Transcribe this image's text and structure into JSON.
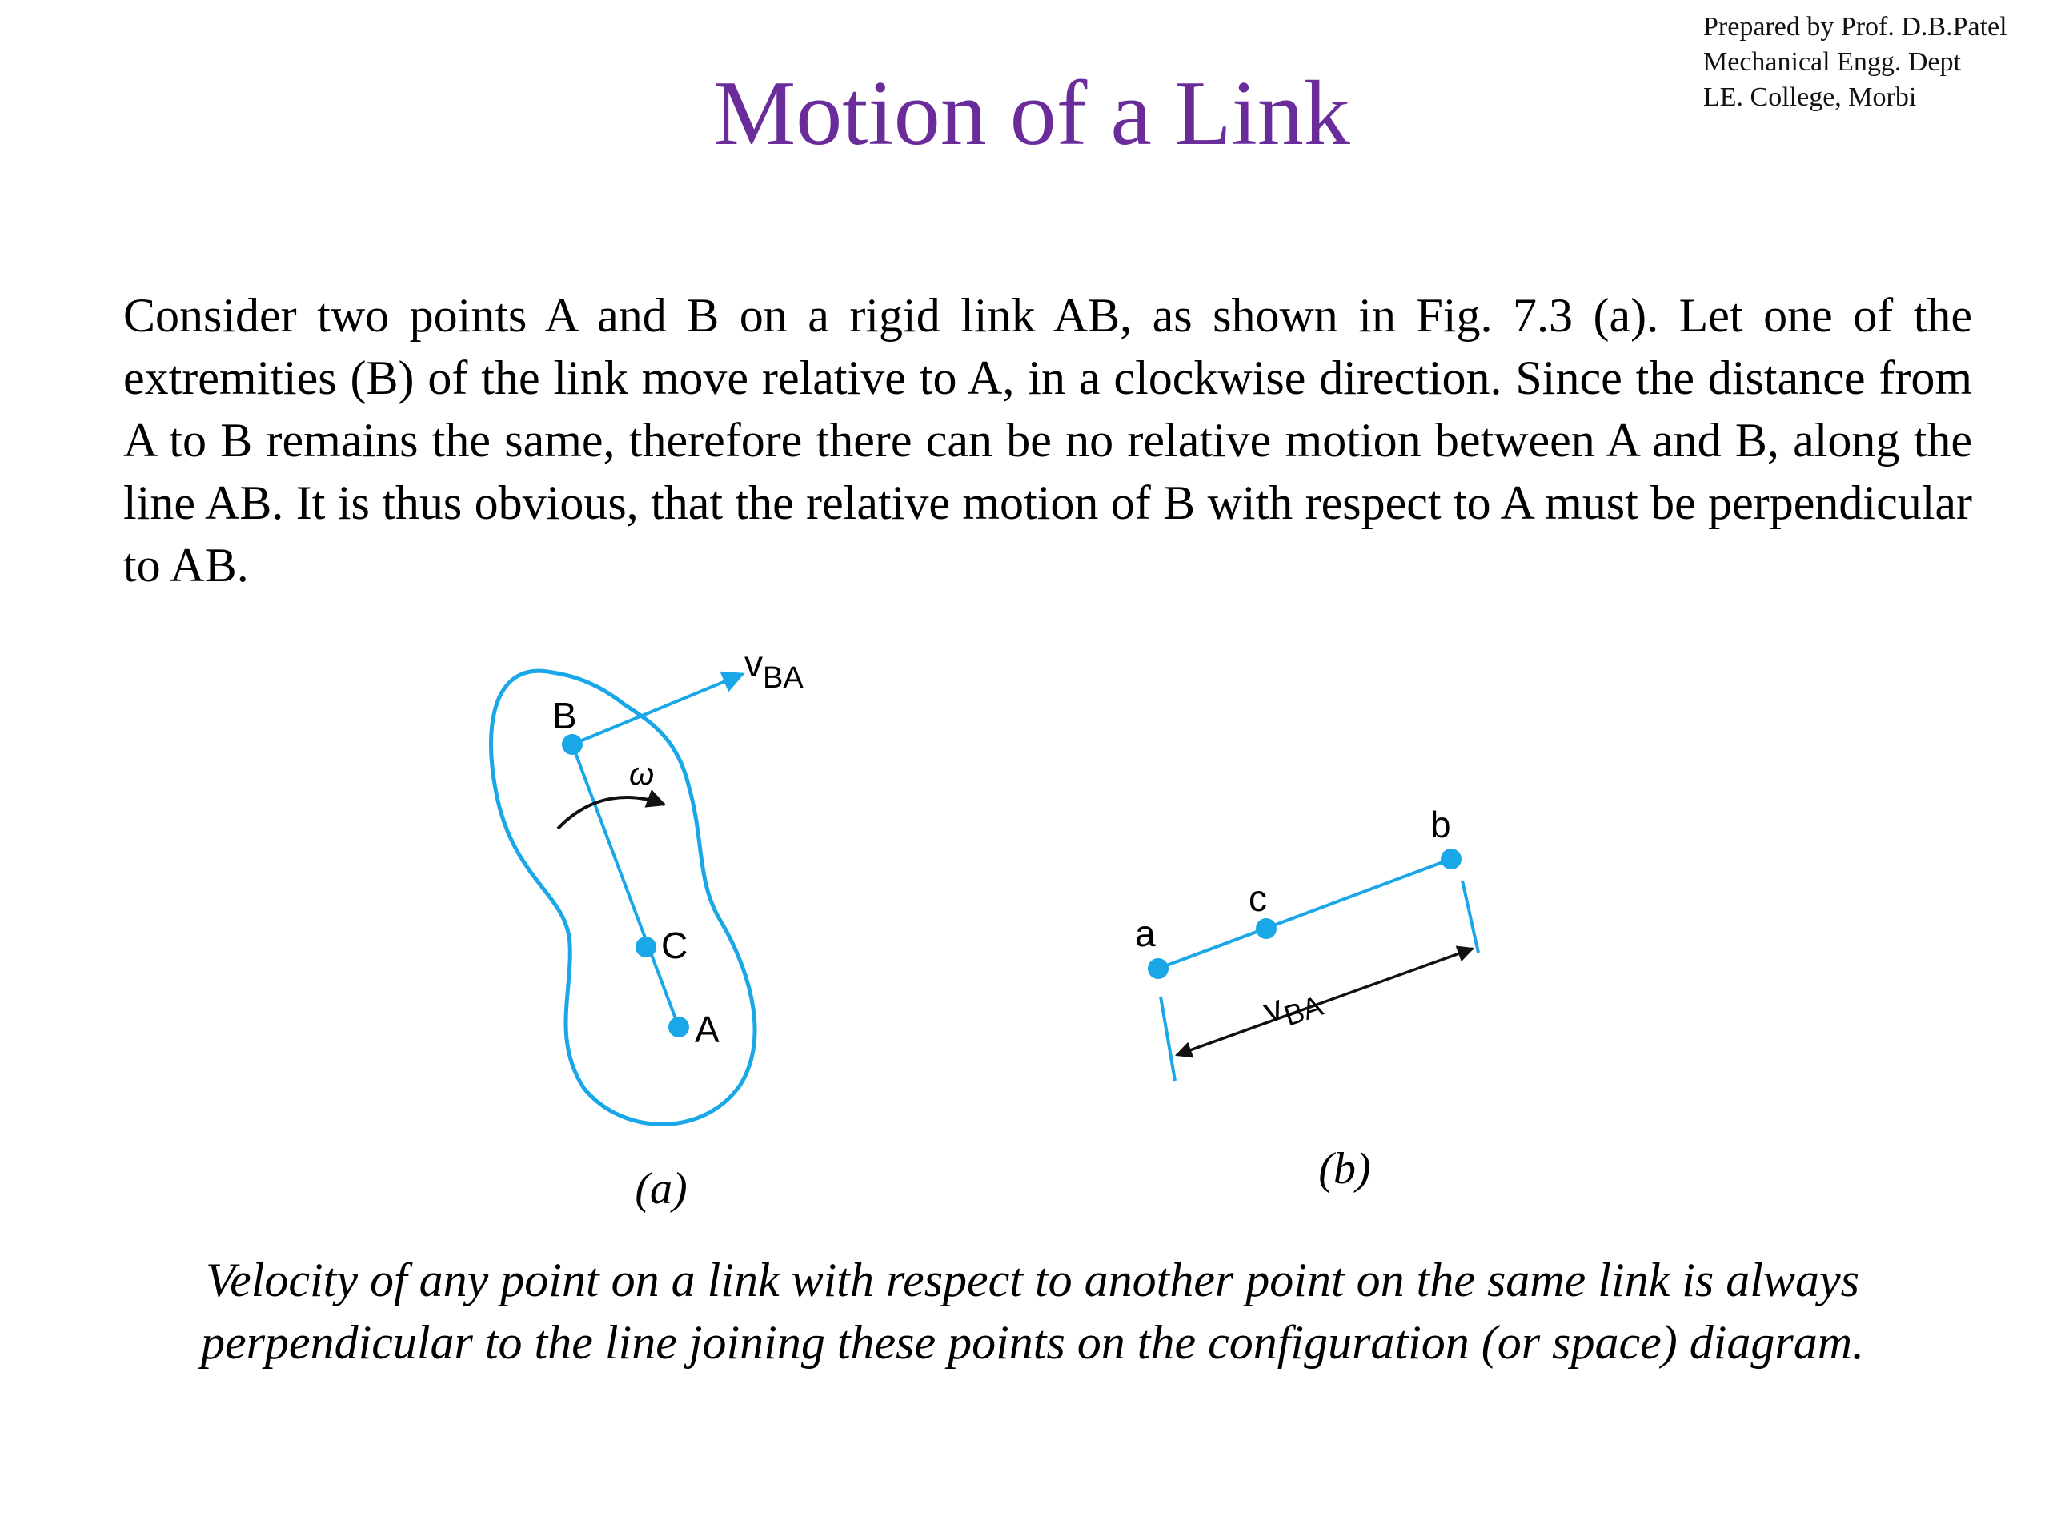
{
  "credit": {
    "line1": "Prepared by Prof. D.B.Patel",
    "line2": "Mechanical Engg. Dept",
    "line3": "LE. College, Morbi"
  },
  "title": "Motion of a Link",
  "body_text": "Consider two points A and B on a rigid link AB, as shown in Fig. 7.3 (a). Let one of the extremities (B) of the link move relative to A, in a clockwise direction. Since the distance from A to B remains the same, therefore there can be no relative motion between A and B, along the line AB. It is thus obvious, that the relative motion of B with respect to A must be perpendicular to AB.",
  "figure_a": {
    "label_B": "B",
    "label_C": "C",
    "label_A": "A",
    "omega": "ω",
    "velocity_label": "v",
    "velocity_subscript": "BA",
    "caption_open": "(",
    "caption_letter": "a",
    "caption_close": ")"
  },
  "figure_b": {
    "label_a": "a",
    "label_c": "c",
    "label_b": "b",
    "velocity_label": "v",
    "velocity_subscript": "BA",
    "caption_open": "(",
    "caption_letter": "b",
    "caption_close": ")"
  },
  "conclusion": "Velocity of any point on a link with respect to another point on the same link is always perpendicular to the line joining these points on the configuration (or space) diagram.",
  "colors": {
    "title": "#6a2c9a",
    "diagram_blue": "#1aa7e8",
    "arrow_black": "#111111"
  }
}
